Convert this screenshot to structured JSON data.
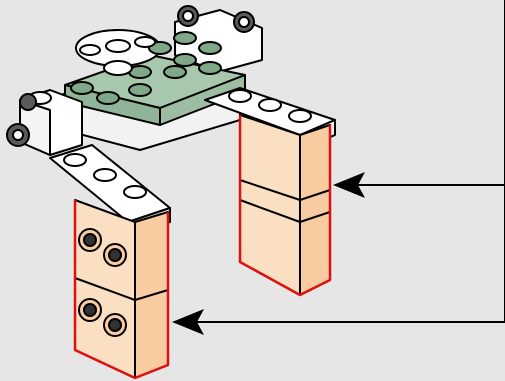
{
  "illustration": {
    "kind": "brick-building-instruction-step",
    "background_color": "#e6e6e6",
    "colors": {
      "white_brick": "#ffffff",
      "sand_green_plate": "#a8c8ae",
      "sand_green_stud": "#7ea888",
      "tan_brick": "#f8cca0",
      "tan_brick_light": "#fbdfc2",
      "outline": "#000000",
      "highlight_outline": "#e01010",
      "pointer": "#000000",
      "gray_pin": "#5a5a5a"
    },
    "pointers": [
      {
        "target": "right-leg-bricks",
        "icon": "arrow-left-icon"
      },
      {
        "target": "left-leg-bricks",
        "icon": "arrow-left-icon"
      }
    ]
  }
}
